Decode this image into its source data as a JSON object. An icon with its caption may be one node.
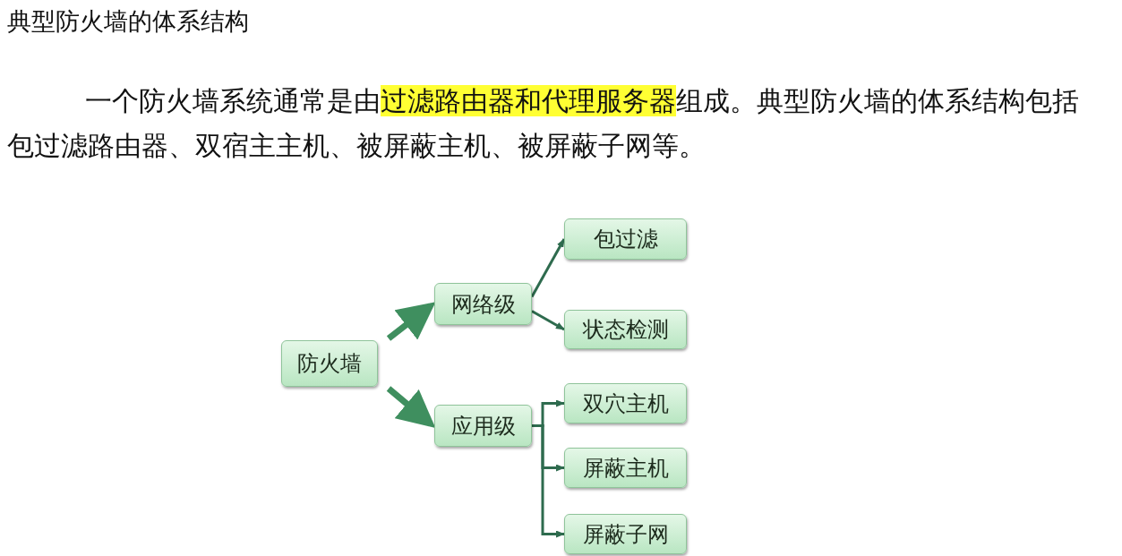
{
  "diagram": {
    "title": "典型防火墙的体系结构",
    "nodes": [
      {
        "text": [
          "防火墙"
        ]
      },
      {
        "text": [
          "网络级"
        ]
      },
      {
        "text": [
          "应用级"
        ]
      },
      {
        "text": [
          "包过滤"
        ]
      },
      {
        "text": [
          "状态检测"
        ]
      },
      {
        "text": [
          "双穴主机"
        ]
      },
      {
        "text": [
          "屏蔽主机"
        ]
      },
      {
        "text": [
          "屏蔽子网"
        ]
      }
    ],
    "edges": [
      {
        "from": 0,
        "to": 1,
        "arrow": "to",
        "style": "thick"
      },
      {
        "from": 0,
        "to": 2,
        "arrow": "to",
        "style": "thick"
      },
      {
        "from": 1,
        "to": 3,
        "arrow": "to"
      },
      {
        "from": 1,
        "to": 4,
        "arrow": "to"
      },
      {
        "from": 2,
        "to": 5,
        "arrow": "to"
      },
      {
        "from": 2,
        "to": 6,
        "arrow": "to"
      },
      {
        "from": 2,
        "to": 7,
        "arrow": "to"
      }
    ],
    "labels": [
      "一个防火墙系统通常是由**过滤路由器和代理服务器**组成。典型防火墙的体系结构包括包过滤路由器、双宿主主机、被屏蔽主机、被屏蔽子网等。"
    ]
  }
}
